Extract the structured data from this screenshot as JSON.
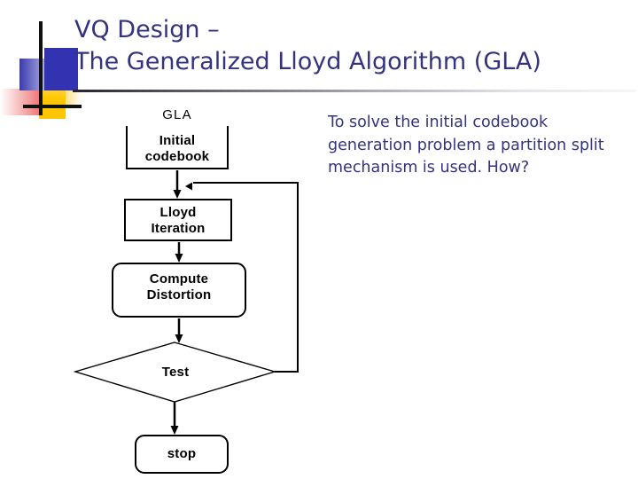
{
  "slide": {
    "title_lines": [
      "VQ Design –",
      "The Generalized Lloyd Algorithm (GLA)"
    ],
    "title_color": "#33337f",
    "body_text": "To solve the initial codebook generation problem a partition split mechanism is used. How?",
    "background_color": "#ffffff"
  },
  "logo": {
    "blue_color": "#3333b2",
    "yellow_color": "#ffc800",
    "red_color": "#ef2222",
    "line_color": "#111111"
  },
  "flowchart": {
    "caption": "GLA",
    "line_color": "#000000",
    "nodes": [
      {
        "id": "initial-codebook",
        "label": "Initial\ncodebook",
        "shape": "open-box"
      },
      {
        "id": "lloyd-iteration",
        "label": "Lloyd\nIteration",
        "shape": "rect"
      },
      {
        "id": "compute-distortion",
        "label": "Compute\nDistortion",
        "shape": "rounded-rect"
      },
      {
        "id": "test",
        "label": "Test",
        "shape": "diamond"
      },
      {
        "id": "stop",
        "label": "stop",
        "shape": "rounded-rect"
      }
    ],
    "labels": {
      "initial_codebook_l1": "Initial",
      "initial_codebook_l2": "codebook",
      "lloyd_iteration_l1": "Lloyd",
      "lloyd_iteration_l2": "Iteration",
      "compute_distortion_l1": "Compute",
      "compute_distortion_l2": "Distortion",
      "test": "Test",
      "stop": "stop"
    }
  }
}
